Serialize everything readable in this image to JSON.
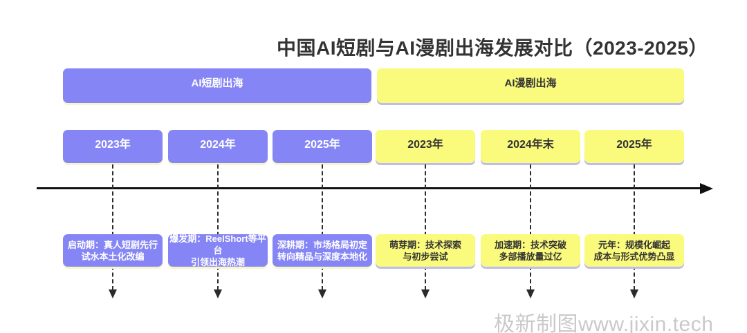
{
  "title": "中国AI短剧与AI漫剧出海发展对比（2023-2025）",
  "watermark": "极新制图www.jixin.tech",
  "colors": {
    "short_drama_fill": "#8585f5",
    "comic_fill": "#fafa7d",
    "short_drama_shadow": "#f6f6c8",
    "comic_shadow": "#bcbcf0",
    "timeline": "#111111",
    "title_text": "#333333",
    "watermark_text": "#c9c9c9"
  },
  "tracks": [
    {
      "label": "AI短剧出海",
      "milestones": [
        {
          "year": "2023年",
          "desc_line1": "启动期：真人短剧先行",
          "desc_line2": "试水本土化改编"
        },
        {
          "year": "2024年",
          "desc_line1": "爆发期：ReelShort等平台",
          "desc_line2": "引领出海热潮"
        },
        {
          "year": "2025年",
          "desc_line1": "深耕期：市场格局初定",
          "desc_line2": "转向精品与深度本地化"
        }
      ]
    },
    {
      "label": "AI漫剧出海",
      "milestones": [
        {
          "year": "2023年",
          "desc_line1": "萌芽期：技术探索",
          "desc_line2": "与初步尝试"
        },
        {
          "year": "2024年末",
          "desc_line1": "加速期：技术突破",
          "desc_line2": "多部播放量过亿"
        },
        {
          "year": "2025年",
          "desc_line1": "元年：规模化崛起",
          "desc_line2": "成本与形式优势凸显"
        }
      ]
    }
  ]
}
